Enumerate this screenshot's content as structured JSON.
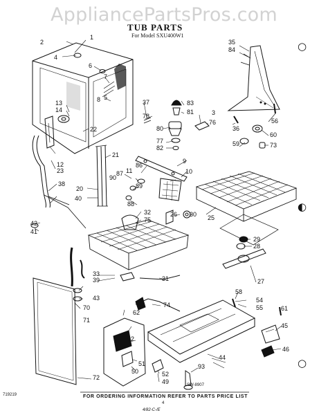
{
  "watermark": "AppliancePartsPros.com",
  "title": "TUB PARTS",
  "model_line": "For Model SXU400W1",
  "footer_note": "FOR ORDERING INFORMATION REFER TO PARTS PRICE LIST",
  "drawing_code": "SW-8907",
  "doc_code": "719219",
  "page_number": "4",
  "handwritten_note": "4/82-C-/E",
  "callouts": [
    "1",
    "2",
    "3",
    "4",
    "5",
    "6",
    "7",
    "8",
    "9",
    "10",
    "11",
    "12",
    "13",
    "14",
    "20",
    "21",
    "22",
    "23",
    "25",
    "26",
    "27",
    "28",
    "29",
    "30",
    "31",
    "32",
    "33",
    "35",
    "36",
    "37",
    "38",
    "39",
    "40",
    "41",
    "42",
    "43",
    "44",
    "45",
    "46",
    "49",
    "50",
    "51",
    "52",
    "54",
    "55",
    "56",
    "58",
    "59",
    "60",
    "61",
    "62",
    "70",
    "71",
    "72",
    "73",
    "74",
    "75",
    "76",
    "77",
    "78",
    "80",
    "81",
    "82",
    "83",
    "84",
    "86",
    "87",
    "88",
    "89",
    "90",
    "92",
    "93"
  ]
}
